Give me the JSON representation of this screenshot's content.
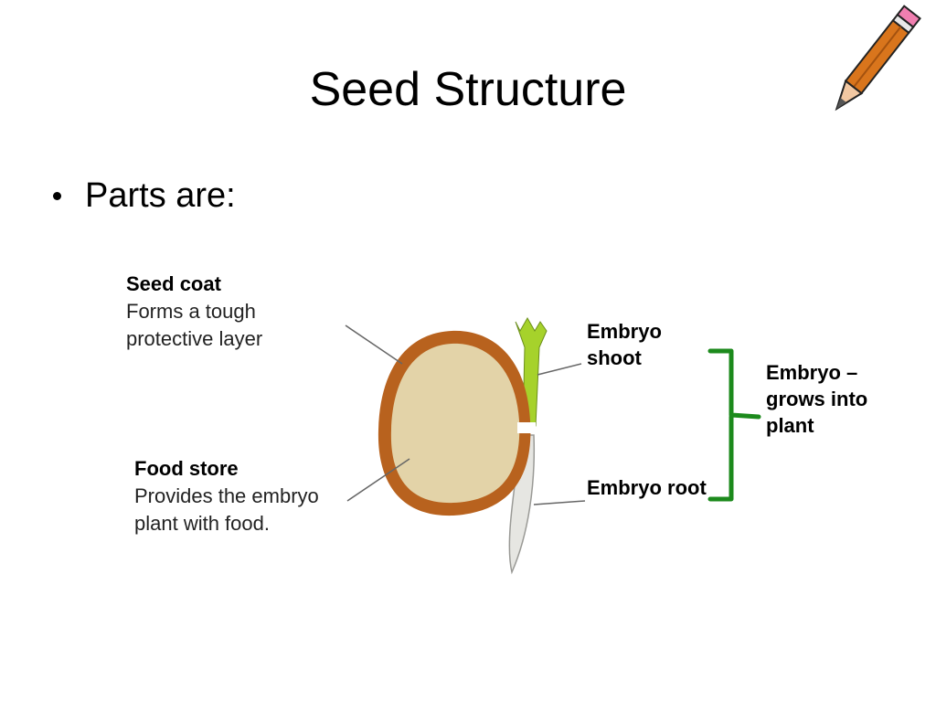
{
  "slide": {
    "title": "Seed Structure",
    "bullet": "Parts are:"
  },
  "labels": {
    "seed_coat": {
      "head": "Seed coat",
      "desc_line1": "Forms a tough",
      "desc_line2": "protective layer"
    },
    "food_store": {
      "head": "Food store",
      "desc_line1": "Provides the embryo",
      "desc_line2": "plant with food."
    },
    "embryo_shoot": {
      "line1": "Embryo",
      "line2": "shoot"
    },
    "embryo_root": "Embryo root",
    "embryo": {
      "line1": "Embryo –",
      "line2": "grows into",
      "line3": "plant"
    }
  },
  "colors": {
    "seed_coat": "#b8621e",
    "food_store": "#e3d3a8",
    "shoot": "#a6d22b",
    "root": "#e6e6e2",
    "bracket": "#1c8a1c",
    "pencil_body": "#d9751c",
    "pencil_eraser": "#f07fb0"
  }
}
